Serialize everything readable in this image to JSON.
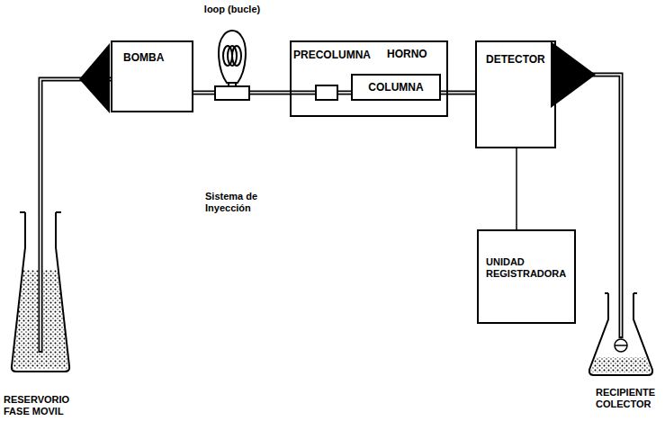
{
  "diagram": {
    "nodes": [
      {
        "text": [
          "RESERVORIO FASE MOVIL"
        ]
      },
      {
        "text": [
          "BOMBA"
        ]
      },
      {
        "text": [
          "loop (bucle)"
        ]
      },
      {
        "text": [
          "HORNO"
        ]
      },
      {
        "text": [
          "PRECOLUMNA"
        ],
        "in": 3
      },
      {
        "text": [
          "COLUMNA"
        ],
        "in": 3
      },
      {
        "text": [
          "DETECTOR"
        ]
      },
      {
        "text": [
          "UNIDAD REGISTRADORA"
        ]
      },
      {
        "text": [
          "RECIPIENTE COLECTOR"
        ]
      }
    ],
    "edges": [
      {
        "from": 0,
        "to": 1,
        "arrow": "none"
      },
      {
        "from": 1,
        "to": 2,
        "arrow": "none"
      },
      {
        "from": 2,
        "to": 4,
        "arrow": "none"
      },
      {
        "from": 4,
        "to": 5,
        "arrow": "none"
      },
      {
        "from": 5,
        "to": 6,
        "arrow": "none"
      },
      {
        "from": 6,
        "to": 8,
        "arrow": "none"
      },
      {
        "from": 6,
        "to": 7,
        "arrow": "none"
      }
    ],
    "labels": [
      "Sistema de Inyección"
    ]
  }
}
